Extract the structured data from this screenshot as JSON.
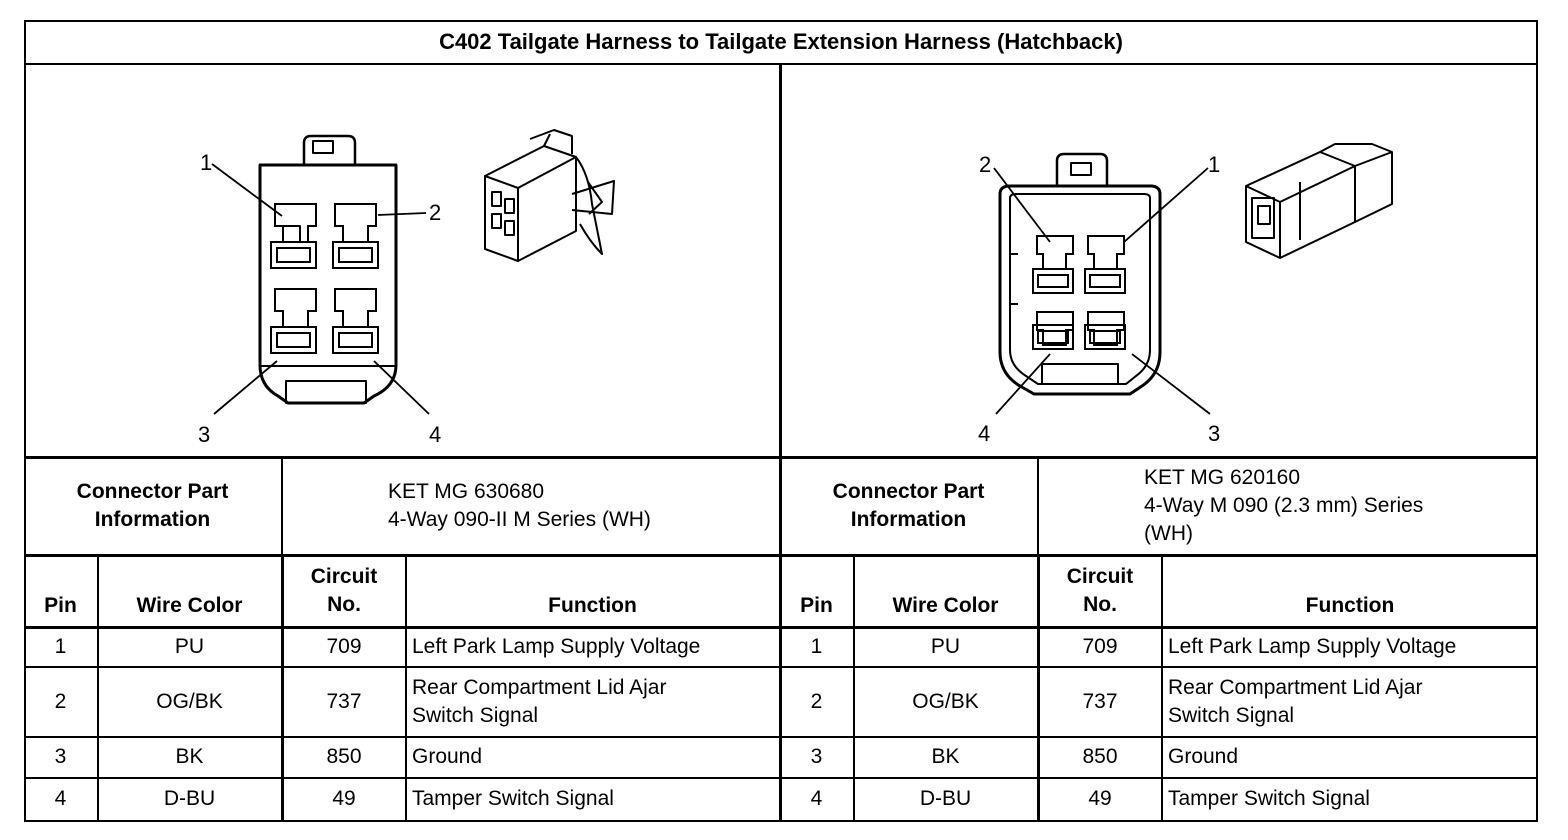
{
  "title": "C402 Tailgate Harness to Tailgate Extension Harness (Hatchback)",
  "connectors": [
    {
      "part_label": [
        "Connector Part",
        "Information"
      ],
      "part_info": [
        "KET MG 630680",
        "4-Way 090-II M Series (WH)"
      ],
      "pin_callouts": [
        "1",
        "2",
        "3",
        "4"
      ]
    },
    {
      "part_label": [
        "Connector Part",
        "Information"
      ],
      "part_info": [
        "KET MG 620160",
        "4-Way M 090 (2.3 mm) Series",
        "(WH)"
      ],
      "pin_callouts": [
        "1",
        "2",
        "3",
        "4"
      ]
    }
  ],
  "columns": {
    "pin": "Pin",
    "wire_color": "Wire Color",
    "circuit": [
      "Circuit",
      "No."
    ],
    "function": "Function"
  },
  "rows": [
    {
      "pin": "1",
      "wire_color": "PU",
      "circuit": "709",
      "function": [
        "Left Park Lamp Supply Voltage"
      ]
    },
    {
      "pin": "2",
      "wire_color": "OG/BK",
      "circuit": "737",
      "function": [
        "Rear Compartment Lid Ajar",
        "Switch Signal"
      ]
    },
    {
      "pin": "3",
      "wire_color": "BK",
      "circuit": "850",
      "function": [
        "Ground"
      ]
    },
    {
      "pin": "4",
      "wire_color": "D-BU",
      "circuit": "49",
      "function": [
        "Tamper Switch Signal"
      ]
    }
  ]
}
